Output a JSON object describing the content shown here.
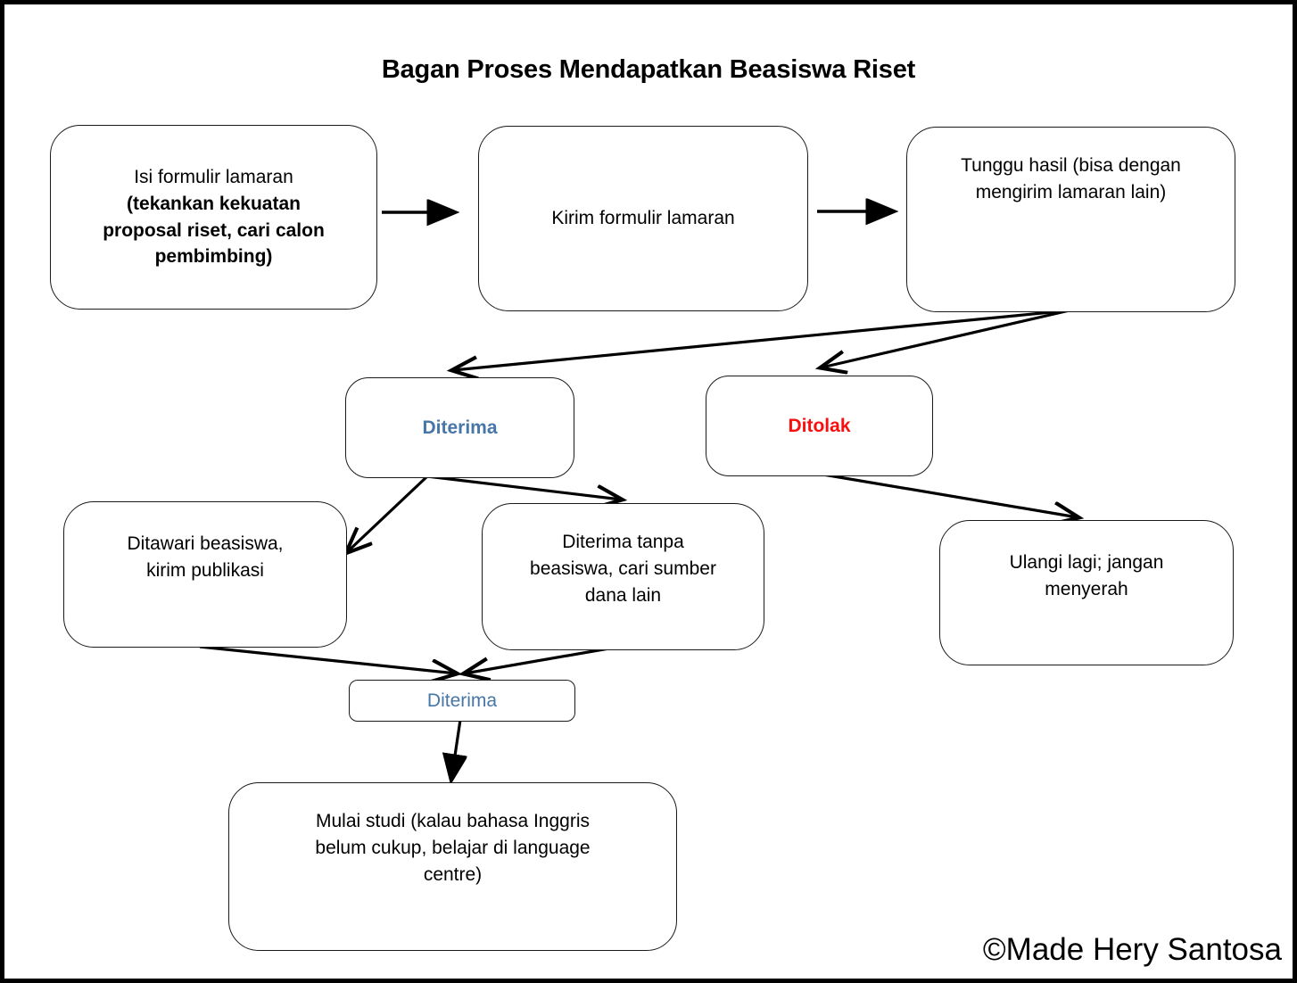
{
  "page": {
    "title": "Bagan Proses Mendapatkan Beasiswa Riset",
    "signature": "©Made Hery Santosa",
    "frame_color": "#000000",
    "background": "#ffffff"
  },
  "colors": {
    "accepted": "#4776a8",
    "rejected": "#fa0f0f",
    "text": "#000000",
    "node_border": "#1a1a1a",
    "arrow": "#000000"
  },
  "nodes": {
    "fill_form": {
      "lines": [
        {
          "text": "Isi formulir lamaran",
          "bold": false
        },
        {
          "text": "(tekankan kekuatan",
          "bold": true
        },
        {
          "text": "proposal  riset, cari calon",
          "bold": true
        },
        {
          "text": "pembimbing)",
          "bold": true
        }
      ]
    },
    "send_form": {
      "lines": [
        {
          "text": "Kirim formulir lamaran",
          "bold": false
        }
      ]
    },
    "wait_result": {
      "lines": [
        {
          "text": "Tunggu hasil (bisa dengan",
          "bold": false
        },
        {
          "text": "mengirim lamaran lain)",
          "bold": false
        }
      ]
    },
    "accepted": {
      "lines": [
        {
          "text": "Diterima",
          "bold": true
        }
      ]
    },
    "rejected": {
      "lines": [
        {
          "text": "Ditolak",
          "bold": true
        }
      ]
    },
    "offered_scholarship": {
      "lines": [
        {
          "text": "Ditawari beasiswa,",
          "bold": false
        },
        {
          "text": "kirim publikasi",
          "bold": false
        }
      ]
    },
    "accepted_no_scholarship": {
      "lines": [
        {
          "text": "Diterima tanpa",
          "bold": false
        },
        {
          "text": "beasiswa, cari sumber",
          "bold": false
        },
        {
          "text": "dana lain",
          "bold": false
        }
      ]
    },
    "try_again": {
      "lines": [
        {
          "text": "Ulangi lagi; jangan",
          "bold": false
        },
        {
          "text": "menyerah",
          "bold": false
        }
      ]
    },
    "accepted_small": {
      "lines": [
        {
          "text": "Diterima",
          "bold": false
        }
      ]
    },
    "start_study": {
      "lines": [
        {
          "text": "Mulai studi (kalau bahasa Inggris",
          "bold": false
        },
        {
          "text": "belum cukup, belajar di language",
          "bold": false
        },
        {
          "text": "centre)",
          "bold": false
        }
      ]
    }
  },
  "edges": [
    {
      "id": "fill-to-send",
      "from": "fill_form",
      "to": "send_form"
    },
    {
      "id": "send-to-wait",
      "from": "send_form",
      "to": "wait_result"
    },
    {
      "id": "wait-to-accepted",
      "from": "wait_result",
      "to": "accepted"
    },
    {
      "id": "wait-to-rejected",
      "from": "wait_result",
      "to": "rejected"
    },
    {
      "id": "accepted-to-offered",
      "from": "accepted",
      "to": "offered_scholarship"
    },
    {
      "id": "accepted-to-noscholarship",
      "from": "accepted",
      "to": "accepted_no_scholarship"
    },
    {
      "id": "rejected-to-tryagain",
      "from": "rejected",
      "to": "try_again"
    },
    {
      "id": "offered-to-acceptedsmall",
      "from": "offered_scholarship",
      "to": "accepted_small"
    },
    {
      "id": "noscholarship-to-acceptedsmall",
      "from": "accepted_no_scholarship",
      "to": "accepted_small"
    },
    {
      "id": "acceptedsmall-to-study",
      "from": "accepted_small",
      "to": "start_study"
    }
  ]
}
